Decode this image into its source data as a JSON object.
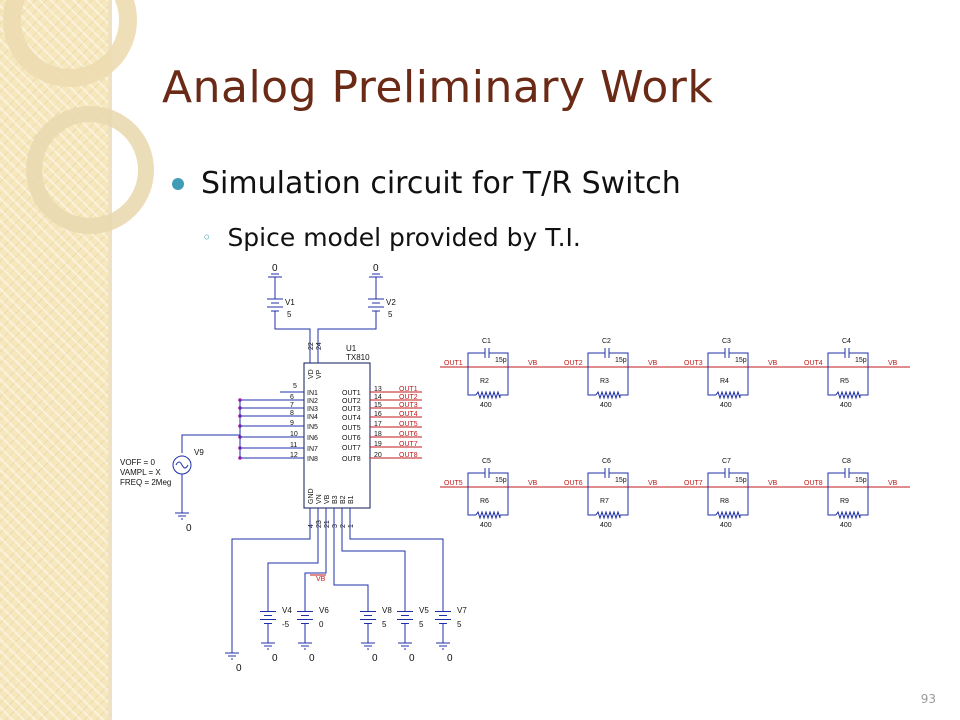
{
  "slide": {
    "title": "Analog Preliminary Work",
    "bullet": "Simulation circuit for T/R Switch",
    "sub_bullet": "Spice model provided by T.I.",
    "page_number": "93"
  },
  "schematic": {
    "ic": {
      "ref": "U1",
      "part": "TX810",
      "top_pins": [
        "22",
        "24"
      ],
      "top_labels": [
        "VD",
        "VP"
      ],
      "left_pins": [
        "5",
        "6",
        "7",
        "8",
        "9",
        "10",
        "11",
        "12"
      ],
      "inputs": [
        "IN1",
        "IN2",
        "IN3",
        "IN4",
        "IN5",
        "IN6",
        "IN7",
        "IN8"
      ],
      "right_pins": [
        "13",
        "14",
        "15",
        "16",
        "17",
        "18",
        "19",
        "20"
      ],
      "outputs": [
        "OUT1",
        "OUT2",
        "OUT3",
        "OUT4",
        "OUT5",
        "OUT6",
        "OUT7",
        "OUT8"
      ],
      "bottom_pins": [
        "4",
        "23",
        "21",
        "3",
        "2",
        "1"
      ],
      "bottom_labels": [
        "GND",
        "VN",
        "VB",
        "B3",
        "B2",
        "B1"
      ]
    },
    "net_outputs": [
      "OUT1",
      "OUT2",
      "OUT3",
      "OUT4",
      "OUT5",
      "OUT6",
      "OUT7",
      "OUT8"
    ],
    "top_supplies": [
      {
        "name": "V1",
        "value": "5",
        "gnd": "0"
      },
      {
        "name": "V2",
        "value": "5",
        "gnd": "0"
      }
    ],
    "signal_source": {
      "name": "V9",
      "voff": "VOFF = 0",
      "vampl": "VAMPL = X",
      "freq": "FREQ = 2Meg",
      "gnd": "0"
    },
    "loads": [
      {
        "cap": "C1",
        "res": "R2",
        "net": "OUT1"
      },
      {
        "cap": "C2",
        "res": "R3",
        "net": "OUT2"
      },
      {
        "cap": "C3",
        "res": "R4",
        "net": "OUT3"
      },
      {
        "cap": "C4",
        "res": "R5",
        "net": "OUT4"
      },
      {
        "cap": "C5",
        "res": "R6",
        "net": "OUT5"
      },
      {
        "cap": "C6",
        "res": "R7",
        "net": "OUT6"
      },
      {
        "cap": "C7",
        "res": "R8",
        "net": "OUT7"
      },
      {
        "cap": "C8",
        "res": "R9",
        "net": "OUT8"
      }
    ],
    "cap_value": "15p",
    "res_value": "400",
    "vb_label": "VB",
    "bottom_supplies": [
      {
        "name": "V4",
        "value": "-5",
        "gnd": "0"
      },
      {
        "name": "V6",
        "value": "0",
        "gnd": "0"
      },
      {
        "name": "V8",
        "value": "5",
        "gnd": "0"
      },
      {
        "name": "V5",
        "value": "5",
        "gnd": "0"
      },
      {
        "name": "V7",
        "value": "5",
        "gnd": "0"
      }
    ],
    "ground_label": "0"
  }
}
